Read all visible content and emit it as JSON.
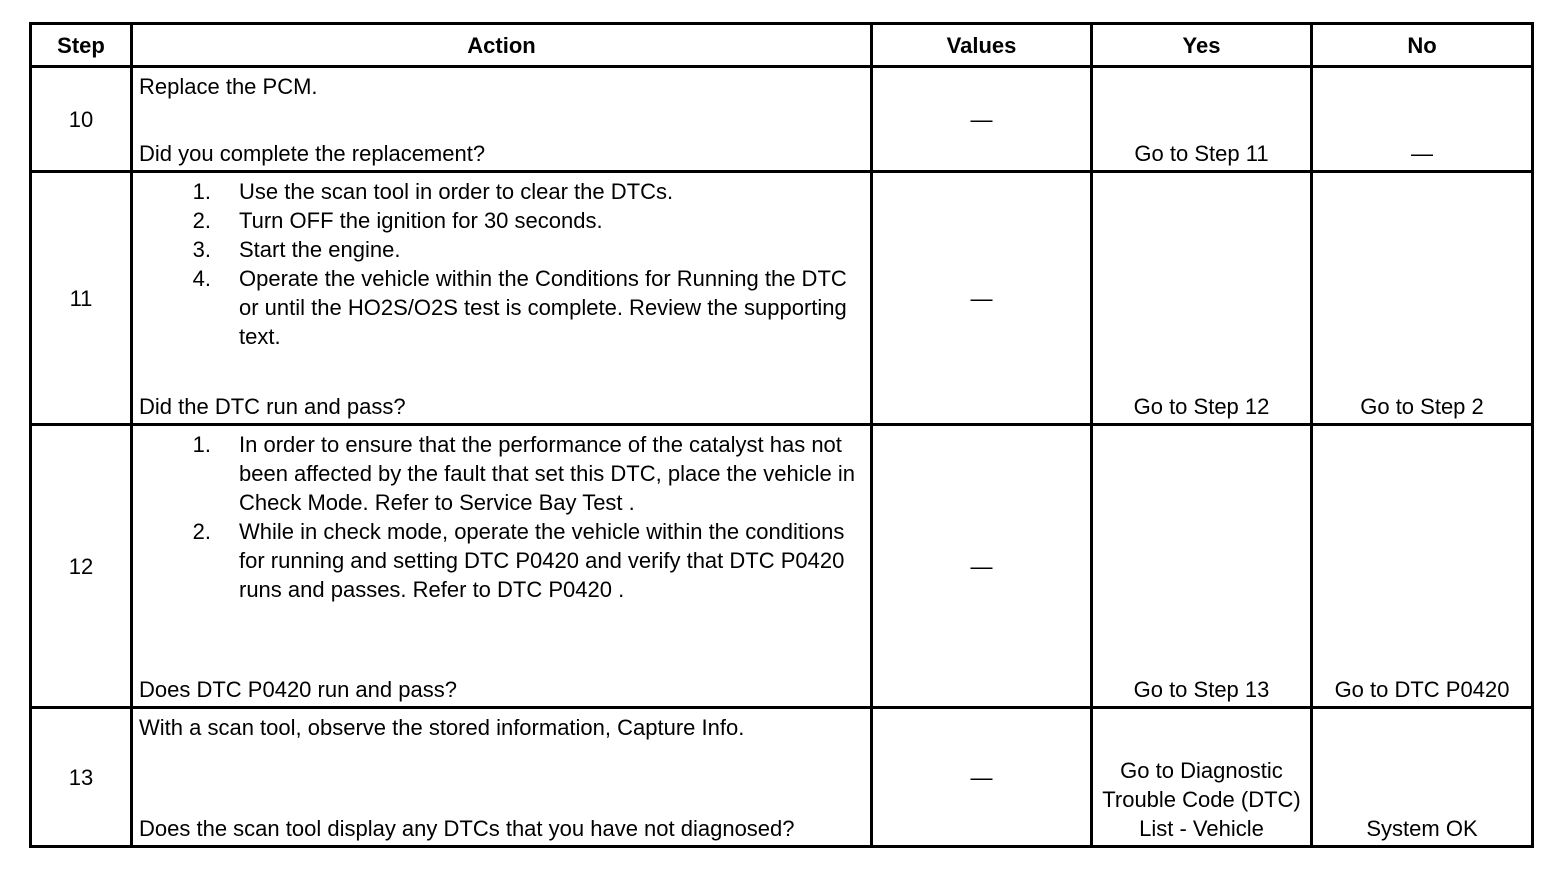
{
  "header": {
    "step": "Step",
    "action": "Action",
    "values": "Values",
    "yes": "Yes",
    "no": "No"
  },
  "rows": [
    {
      "step": "10",
      "intro": "Replace the PCM.",
      "list": [],
      "question": "Did you complete the replacement?",
      "values": "—",
      "yes": "Go to Step 11",
      "no": "—"
    },
    {
      "step": "11",
      "intro": "",
      "list": [
        {
          "num": "1.",
          "text": "Use the scan tool in order to clear the DTCs."
        },
        {
          "num": "2.",
          "text": "Turn OFF the ignition for 30 seconds."
        },
        {
          "num": "3.",
          "text": "Start the engine."
        },
        {
          "num": "4.",
          "text": "Operate the vehicle within the Conditions for Running the DTC or until the HO2S/O2S test is complete. Review the supporting text."
        }
      ],
      "question": "Did the DTC run and pass?",
      "values": "—",
      "yes": "Go to Step 12",
      "no": "Go to Step 2"
    },
    {
      "step": "12",
      "intro": "",
      "list": [
        {
          "num": "1.",
          "text": "In order to ensure that the performance of the catalyst has not been affected by the fault that set this DTC, place the vehicle in Check Mode. Refer to Service Bay Test ."
        },
        {
          "num": "2.",
          "text": "While in check mode, operate the vehicle within the conditions for running and setting DTC P0420 and verify that DTC P0420 runs and passes. Refer to DTC P0420 ."
        }
      ],
      "question": "Does DTC P0420 run and pass?",
      "values": "—",
      "yes": "Go to Step 13",
      "no": "Go to DTC P0420"
    },
    {
      "step": "13",
      "intro": "With a scan tool, observe the stored information, Capture Info.",
      "list": [],
      "question": "Does the scan tool display any DTCs that you have not diagnosed?",
      "values": "—",
      "yes": "Go to Diagnostic Trouble Code (DTC) List - Vehicle",
      "no": "System OK"
    }
  ]
}
